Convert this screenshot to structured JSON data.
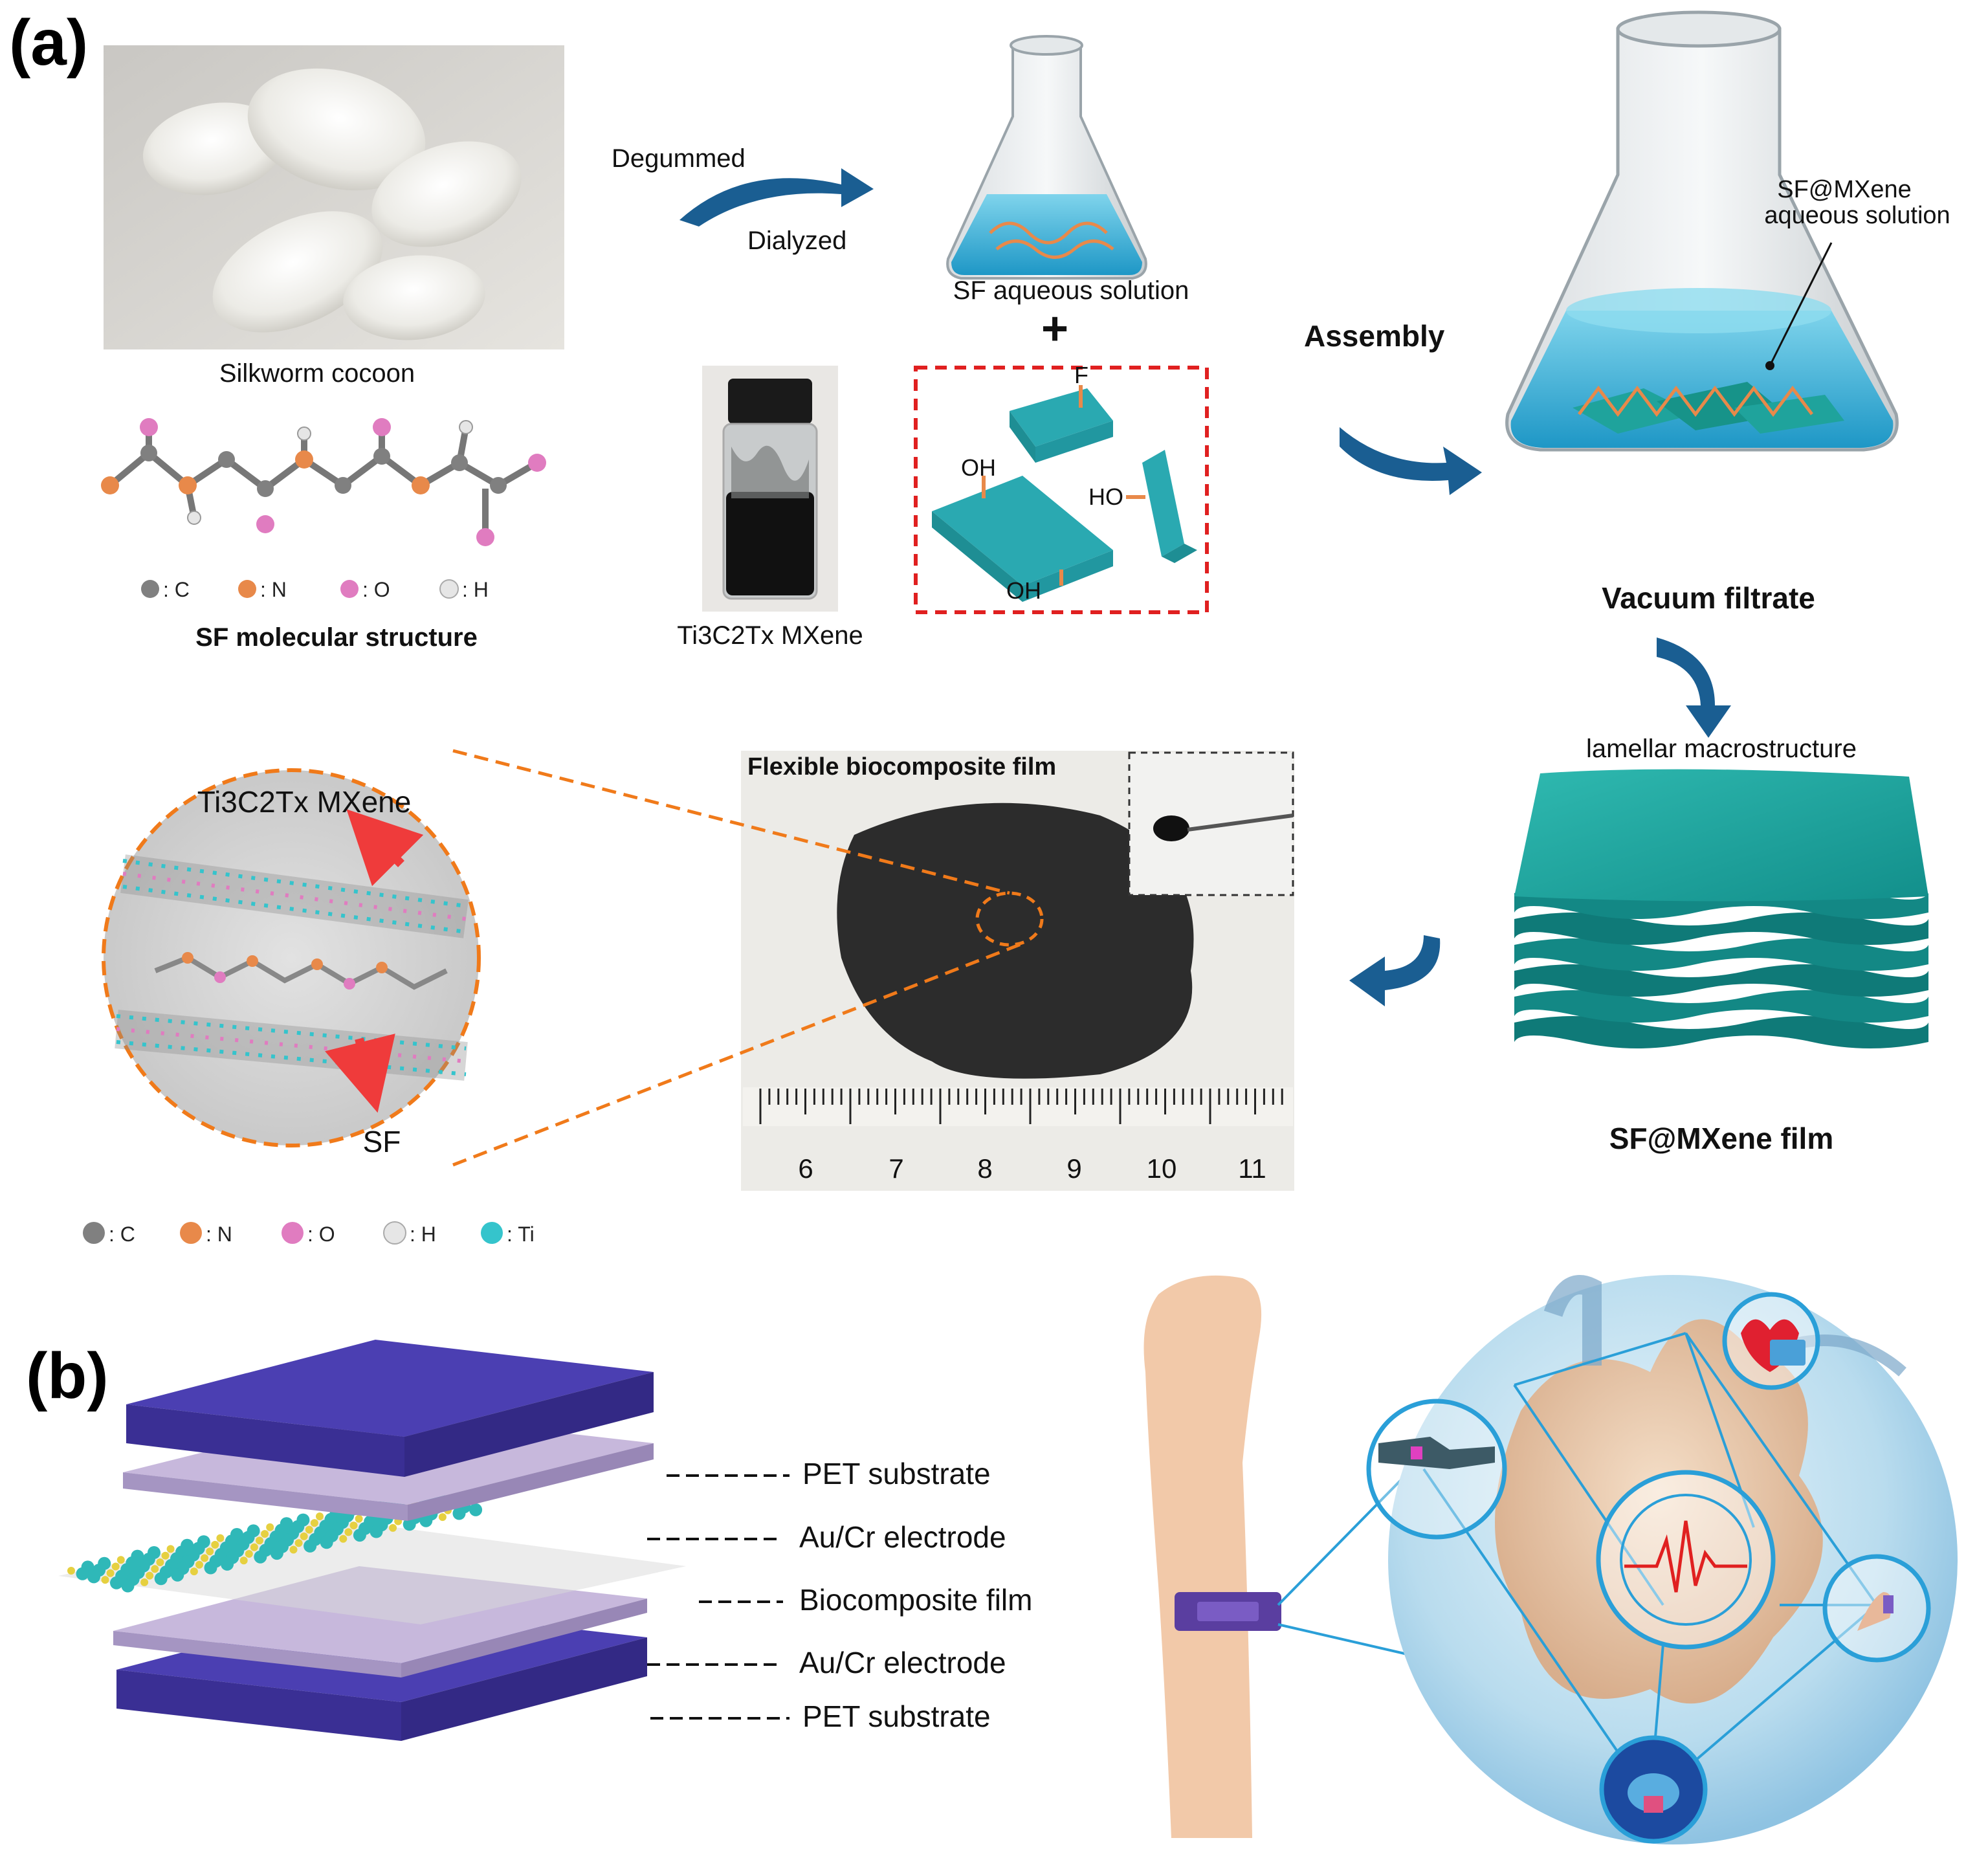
{
  "panel_a": {
    "letter": "(a)",
    "cocoon_caption": "Silkworm cocoon",
    "step1_top": "Degummed",
    "step1_bottom": "Dialyzed",
    "sf_solution_caption": "SF aqueous solution",
    "plus": "+",
    "f_label": "F",
    "oh_label_1": "OH",
    "ho_label": "HO",
    "oh_label_2": "OH",
    "mxene_vial_caption": "Ti3C2Tx MXene",
    "sf_structure_caption": "SF molecular structure",
    "assembly_label": "Assembly",
    "flask_label_line1": "SF@MXene",
    "flask_label_line2": "aqueous solution",
    "vacuum_caption": "Vacuum filtrate",
    "lamellar_caption": "lamellar macrostructure",
    "film_caption": "SF@MXene film",
    "flexible_film_caption": "Flexible biocomposite film",
    "ruler_numbers": [
      "6",
      "7",
      "8",
      "9",
      "10",
      "11"
    ],
    "zoom_mxene_label": "Ti3C2Tx MXene",
    "zoom_sf_label": "SF",
    "legend_top": [
      {
        "label": ": C",
        "color": "#808080"
      },
      {
        "label": ": N",
        "color": "#e8894a"
      },
      {
        "label": ": O",
        "color": "#e07cc0"
      },
      {
        "label": ": H",
        "color": "#e6e6e6"
      }
    ],
    "legend_bottom": [
      {
        "label": ": C",
        "color": "#808080"
      },
      {
        "label": ": N",
        "color": "#e8894a"
      },
      {
        "label": ": O",
        "color": "#e07cc0"
      },
      {
        "label": ": H",
        "color": "#e6e6e6"
      },
      {
        "label": ": Ti",
        "color": "#35c4cc"
      }
    ]
  },
  "panel_b": {
    "letter": "(b)",
    "layers": [
      "PET substrate",
      "Au/Cr electrode",
      "Biocomposite film",
      "Au/Cr electrode",
      "PET substrate"
    ]
  },
  "colors": {
    "arrow_blue": "#1a5e92",
    "teal": "#189c9a",
    "pet_purple": "#4b3fb2",
    "electrode_lilac": "#c7b8dc",
    "dash_orange": "#f07a1a",
    "dash_red": "#e02020"
  }
}
